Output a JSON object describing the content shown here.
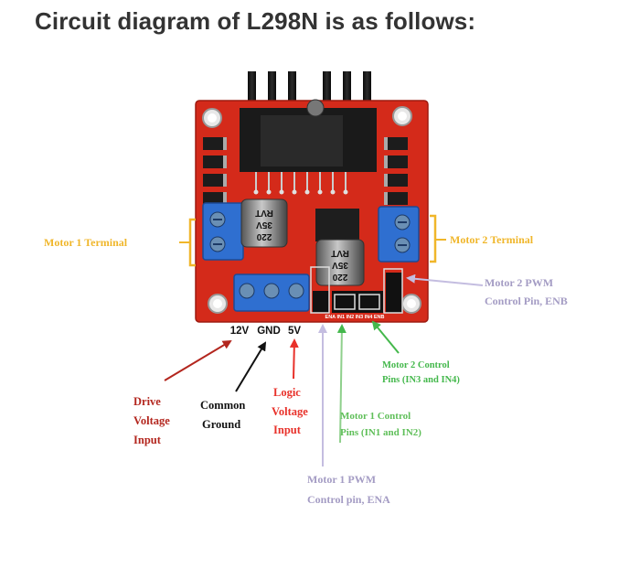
{
  "title": "Circuit diagram of L298N is as follows:",
  "colors": {
    "board": "#d42a1a",
    "terminal_blue": "#2f6fd0",
    "yellow": "#f0b62a",
    "purple": "#b7aed6",
    "dark_red": "#b3261e",
    "red": "#e8312a",
    "green": "#44b84c",
    "black": "#111111"
  },
  "board": {
    "cap1": {
      "l1": "RVT",
      "l2": "35V",
      "l3": "220"
    },
    "cap2": {
      "l1": "RVT",
      "l2": "35V",
      "l3": "220"
    },
    "pin_header": "ENA IN1 IN2 IN3 IN4 ENB",
    "power_pins": [
      "12V",
      "GND",
      "5V"
    ]
  },
  "labels": {
    "motor1_terminal": "Motor 1 Terminal",
    "motor2_terminal": "Motor 2 Terminal",
    "motor2_pwm": [
      "Motor 2 PWM",
      "Control Pin, ENB"
    ],
    "motor2_control": [
      "Motor 2 Control",
      "Pins (IN3 and IN4)"
    ],
    "drive_voltage": [
      "Drive",
      "Voltage",
      "Input"
    ],
    "common_ground": [
      "Common",
      "Ground"
    ],
    "logic_voltage": [
      "Logic",
      "Voltage",
      "Input"
    ],
    "motor1_control": [
      "Motor 1 Control",
      "Pins (IN1 and IN2)"
    ],
    "motor1_pwm": [
      "Motor 1 PWM",
      "Control pin, ENA"
    ]
  }
}
